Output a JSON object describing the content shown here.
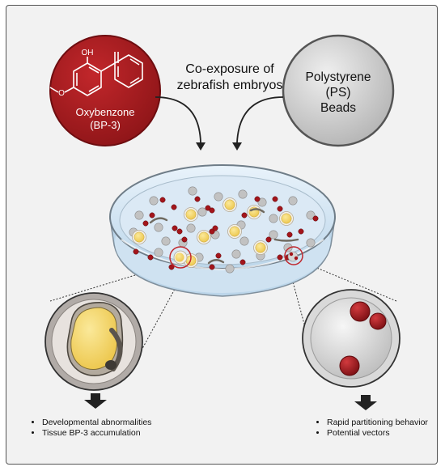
{
  "header": {
    "line1": "Co-exposure of",
    "line2": "zebrafish embryos"
  },
  "left_compound": {
    "name": "Oxybenzone",
    "abbrev": "(BP-3)",
    "oh_label": "OH",
    "o_label": "O",
    "color": "#a91d21"
  },
  "right_compound": {
    "line1": "Polystyrene",
    "line2": "(PS)",
    "line3": "Beads",
    "color": "#c9c9c9"
  },
  "left_outcomes": [
    "Developmental abnormalities",
    "Tissue BP-3 accumulation"
  ],
  "right_outcomes": [
    "Rapid partitioning behavior",
    "Potential vectors"
  ],
  "icons": [
    "arrow-down-icon",
    "petri-dish",
    "zebrafish-embryo",
    "polystyrene-bead"
  ]
}
